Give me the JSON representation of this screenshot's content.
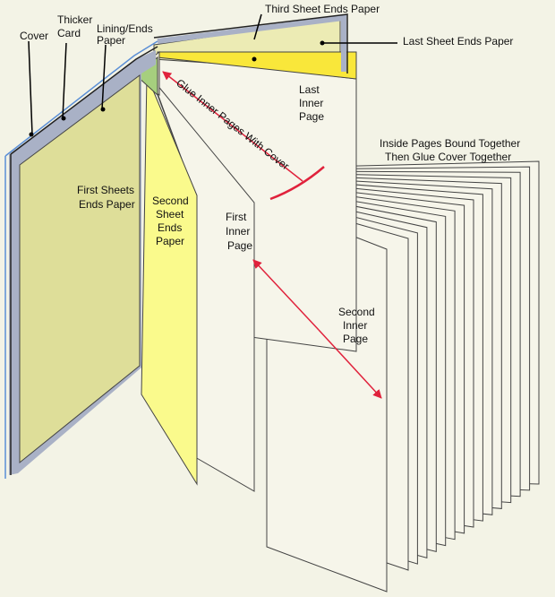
{
  "labels": {
    "cover": "Cover",
    "thicker_card_1": "Thicker",
    "thicker_card_2": "Card",
    "lining_1": "Lining/Ends",
    "lining_2": "Paper",
    "third_sheet": "Third Sheet Ends Paper",
    "last_sheet": "Last Sheet Ends Paper",
    "last_inner_1": "Last",
    "last_inner_2": "Inner",
    "last_inner_3": "Page",
    "glue_inner": "Glue Inner Pages With Cover",
    "inside_pages_1": "Inside Pages Bound Together",
    "inside_pages_2": "Then Glue Cover Together",
    "first_sheets_1": "First Sheets",
    "first_sheets_2": "Ends Paper",
    "second_sheet_1": "Second",
    "second_sheet_2": "Sheet",
    "second_sheet_3": "Ends",
    "second_sheet_4": "Paper",
    "first_inner_1": "First",
    "first_inner_2": "Inner",
    "first_inner_3": "Page",
    "second_inner_1": "Second",
    "second_inner_2": "Inner",
    "second_inner_3": "Page"
  },
  "colors": {
    "background": "#f3f3e6",
    "page": "#f6f5ea",
    "first_endpaper": "#dede99",
    "second_endpaper": "#fafa8c",
    "last_endpaper_front": "#f9e73a",
    "last_endpaper_back": "#ecebb4",
    "card": "#a9b1c6",
    "cover_edge": "#5b8fd6",
    "glue_green": "#a6cf7e",
    "glue_arrow": "#e0223c"
  }
}
